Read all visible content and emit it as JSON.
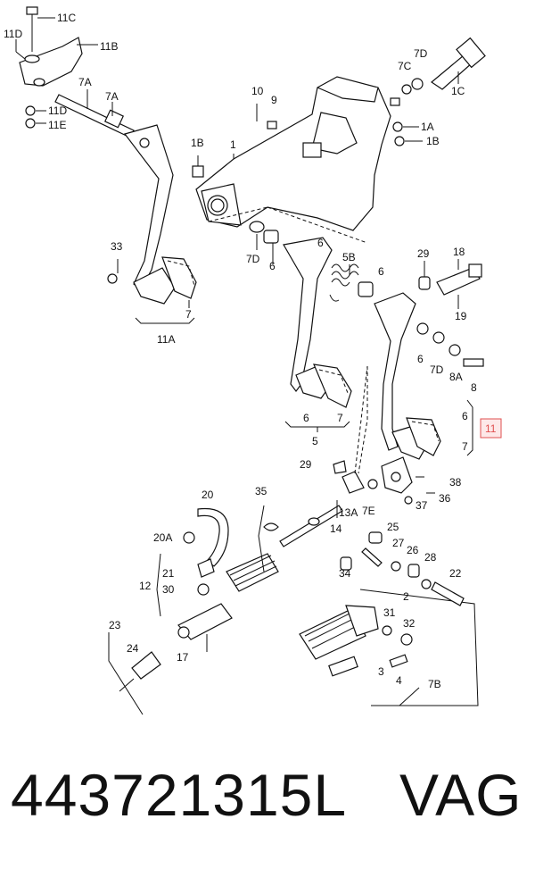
{
  "callouts": {
    "c11C": "11C",
    "c11D": "11D",
    "c11B": "11B",
    "c7A_1": "7A",
    "c7A_2": "7A",
    "c11D_2": "11D",
    "c11E": "11E",
    "c10": "10",
    "c9": "9",
    "c7D_1": "7D",
    "c7C": "7C",
    "c1C": "1C",
    "c1A": "1A",
    "c1B_1": "1B",
    "c1B_2": "1B",
    "c1": "1",
    "c33": "33",
    "c7_1": "7",
    "c11A": "11A",
    "c7D_2": "7D",
    "c6_1": "6",
    "c6_2": "6",
    "c5B": "5B",
    "c6_3": "6",
    "c29_1": "29",
    "c18": "18",
    "c19": "19",
    "c6_4": "6",
    "c7D_3": "7D",
    "c8A": "8A",
    "c8": "8",
    "c6_5": "6",
    "c7_2": "7",
    "c5": "5",
    "c6_6": "6",
    "c11": "11",
    "c7_3": "7",
    "c29_2": "29",
    "c38": "38",
    "c36": "36",
    "c37": "37",
    "c7E": "7E",
    "c13A": "13A",
    "c14": "14",
    "c20": "20",
    "c35": "35",
    "c20A": "20A",
    "c25": "25",
    "c27": "27",
    "c26": "26",
    "c28": "28",
    "c22": "22",
    "c34": "34",
    "c12": "12",
    "c21": "21",
    "c30": "30",
    "c2": "2",
    "c31": "31",
    "c32": "32",
    "c23": "23",
    "c24": "24",
    "c17": "17",
    "c3": "3",
    "c4": "4",
    "c7B": "7B"
  },
  "highlight_color": "#e05050",
  "footer": {
    "part_number": "443721315L",
    "brand": "VAG"
  }
}
